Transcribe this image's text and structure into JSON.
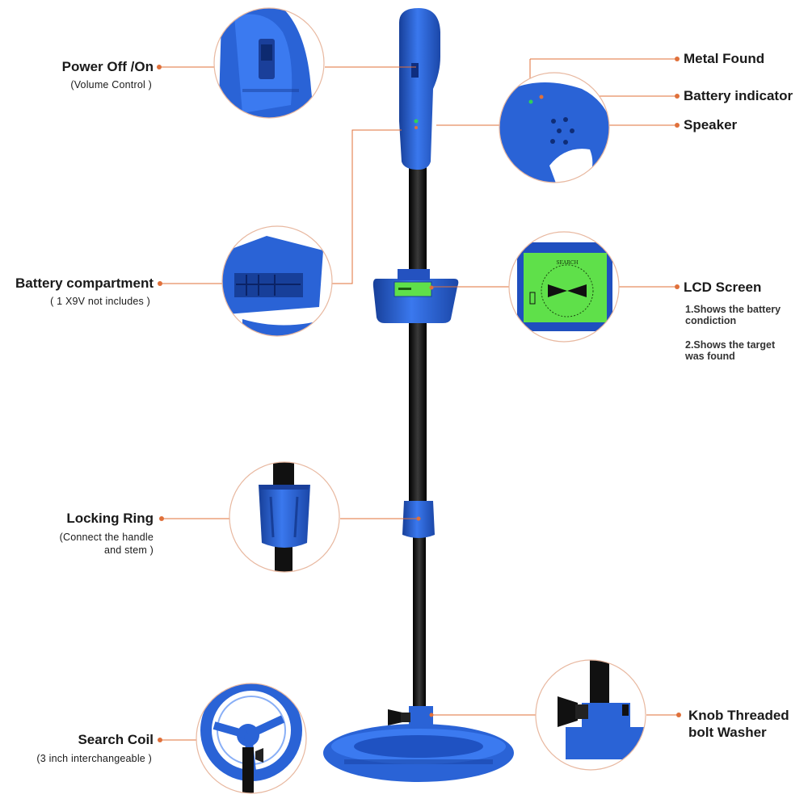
{
  "labels": {
    "power": {
      "title": "Power Off /On",
      "sub": "(Volume Control )"
    },
    "battery_compartment": {
      "title": "Battery compartment",
      "sub": "( 1 X9V not includes )"
    },
    "locking_ring": {
      "title": "Locking Ring",
      "sub1": "(Connect the handle",
      "sub2": "and stem )"
    },
    "search_coil": {
      "title": "Search Coil",
      "sub": "(3 inch interchangeable )"
    },
    "metal_found": {
      "title": "Metal Found"
    },
    "battery_indicator": {
      "title": "Battery indicator"
    },
    "speaker": {
      "title": "Speaker"
    },
    "lcd_screen": {
      "title": "LCD Screen",
      "note1a": "1.Shows the battery",
      "note1b": "condiction",
      "note2a": "2.Shows the target",
      "note2b": "was found"
    },
    "knob": {
      "title1": "Knob Threaded",
      "title2": "bolt Washer"
    }
  },
  "lcd": {
    "mode_text": "SEARCH"
  },
  "colors": {
    "device_blue": "#2a63d6",
    "device_blue_dark": "#173f99",
    "pole": "#111111",
    "accent_orange": "#e0703a",
    "circle_border": "#e8b8a0",
    "lcd_green": "#5fe04a"
  }
}
